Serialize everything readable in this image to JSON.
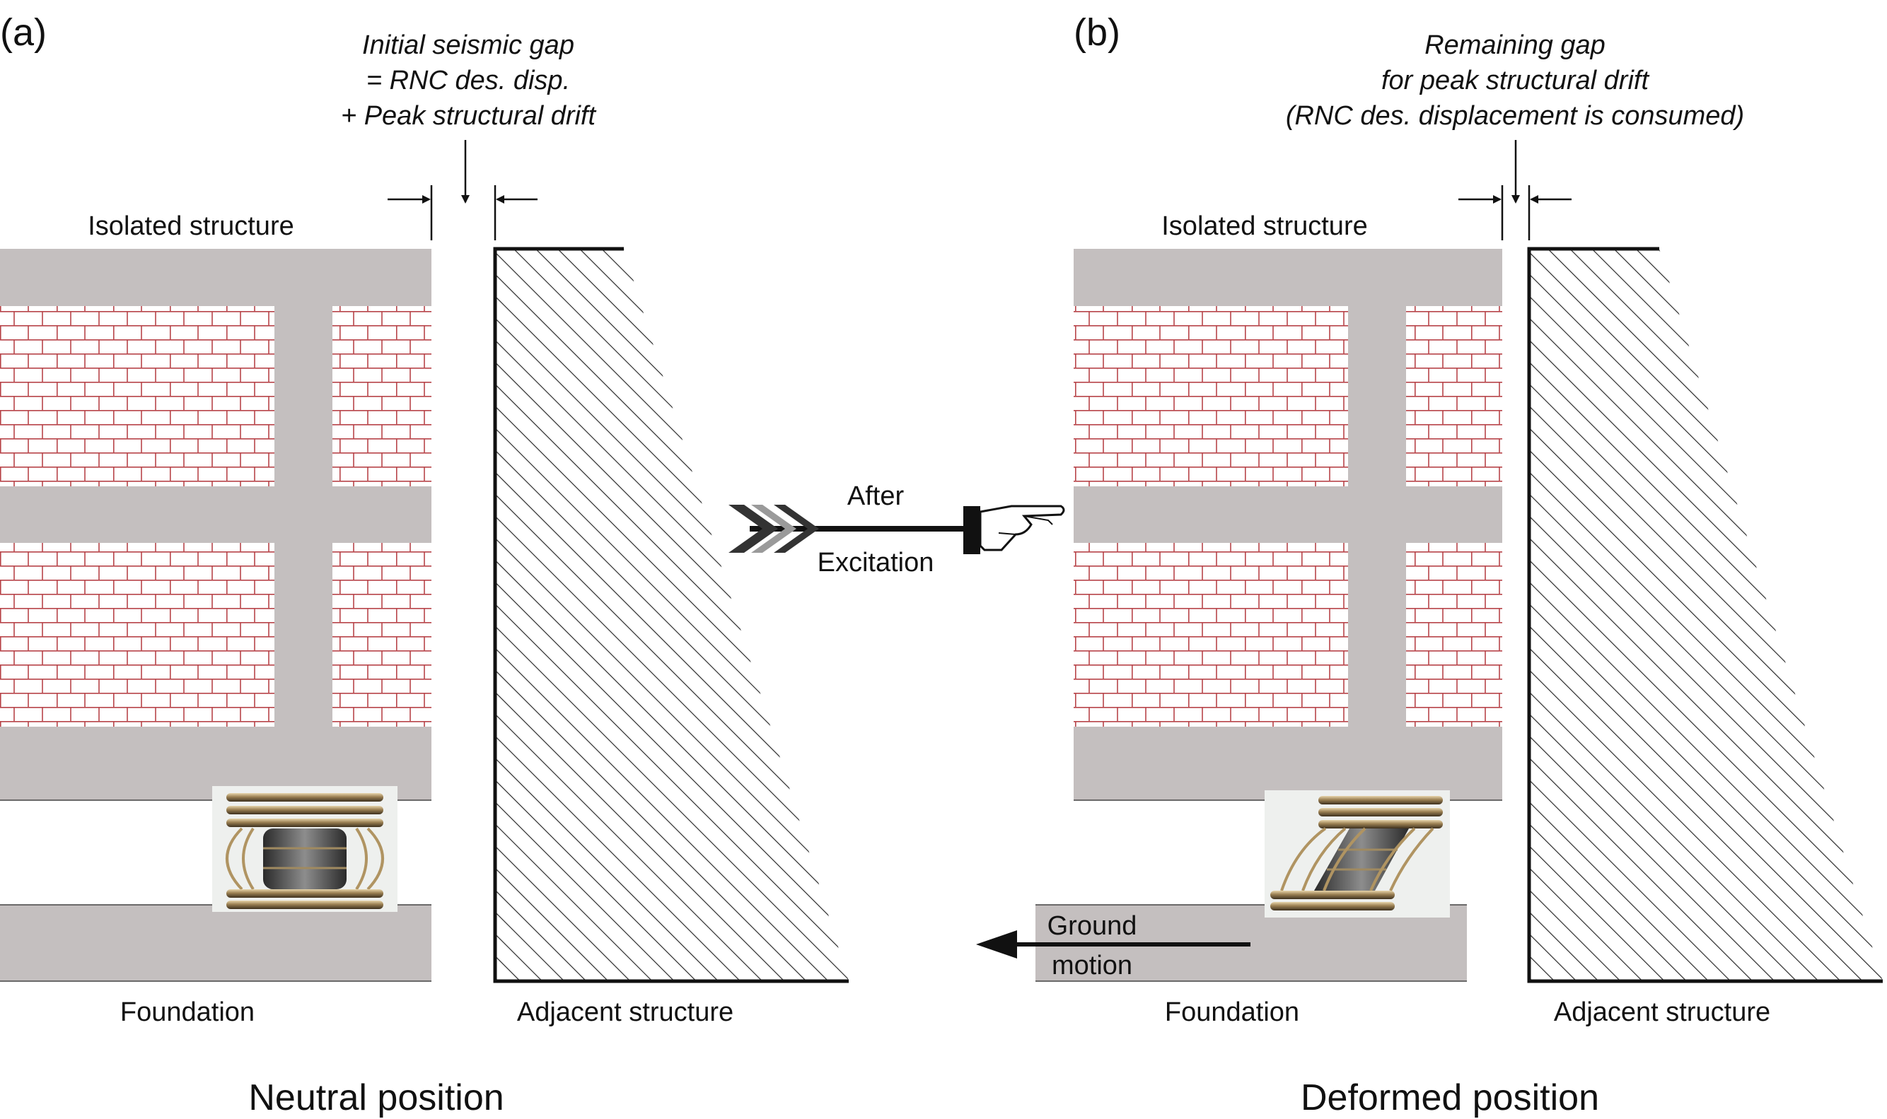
{
  "panel_a": {
    "letter": "(a)",
    "gap_label": [
      "Initial seismic gap",
      "= RNC des. disp.",
      "+ Peak structural drift"
    ],
    "isolated_label": "Isolated structure",
    "foundation_label": "Foundation",
    "adjacent_label": "Adjacent structure",
    "caption": "Neutral position"
  },
  "panel_b": {
    "letter": "(b)",
    "gap_label": [
      "Remaining gap",
      "for peak structural drift",
      "(RNC des. displacement is consumed)"
    ],
    "isolated_label": "Isolated structure",
    "foundation_label": "Foundation",
    "adjacent_label": "Adjacent structure",
    "caption": "Deformed position",
    "ground_motion_label": [
      "Ground",
      "motion"
    ]
  },
  "transition": {
    "label": [
      "After",
      "Excitation"
    ],
    "icons": [
      "arrow-fletching-icon",
      "pointing-hand-icon"
    ]
  },
  "colors": {
    "slab": "#c4bfbf",
    "brick_line": "#b8454a",
    "hatch": "#2a2a2a",
    "bearing_metal": "#9a7f52"
  }
}
